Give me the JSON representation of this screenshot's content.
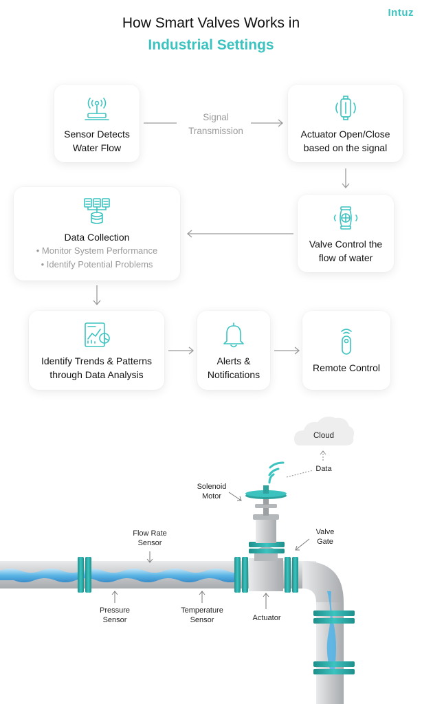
{
  "brand": {
    "logo": "Intuz"
  },
  "header": {
    "title_line1": "How Smart Valves Works in",
    "title_line2": "Industrial Settings"
  },
  "flow": {
    "sensor": {
      "line1": "Sensor Detects",
      "line2": "Water Flow",
      "icon": "sensor-antenna-icon"
    },
    "signal": {
      "line1": "Signal",
      "line2": "Transmission"
    },
    "actuator": {
      "line1": "Actuator Open/Close",
      "line2": "based on the signal",
      "icon": "actuator-icon"
    },
    "valve": {
      "line1": "Valve Control the",
      "line2": "flow of water",
      "icon": "valve-icon"
    },
    "data_collection": {
      "title": "Data Collection",
      "bullet1": "• Monitor System Performance",
      "bullet2": "• Identify Potential Problems",
      "icon": "database-icon"
    },
    "trends": {
      "line1": "Identify Trends & Patterns",
      "line2": "through Data Analysis",
      "icon": "analytics-icon"
    },
    "alerts": {
      "line1": "Alerts &",
      "line2": "Notifications",
      "icon": "bell-icon"
    },
    "remote": {
      "line1": "Remote Control",
      "icon": "remote-icon"
    }
  },
  "diagram": {
    "cloud": "Cloud",
    "data": "Data",
    "solenoid": {
      "line1": "Solenoid",
      "line2": "Motor"
    },
    "valve_gate": {
      "line1": "Valve",
      "line2": "Gate"
    },
    "flow_rate": {
      "line1": "Flow Rate",
      "line2": "Sensor"
    },
    "pressure": {
      "line1": "Pressure",
      "line2": "Sensor"
    },
    "temperature": {
      "line1": "Temperature",
      "line2": "Sensor"
    },
    "actuator": "Actuator"
  },
  "colors": {
    "accent": "#3cc3c0",
    "teal_dark": "#2ea39e",
    "pipe": "#c9cbcd",
    "water": "#4fb3e8",
    "muted": "#9a9a9a"
  }
}
